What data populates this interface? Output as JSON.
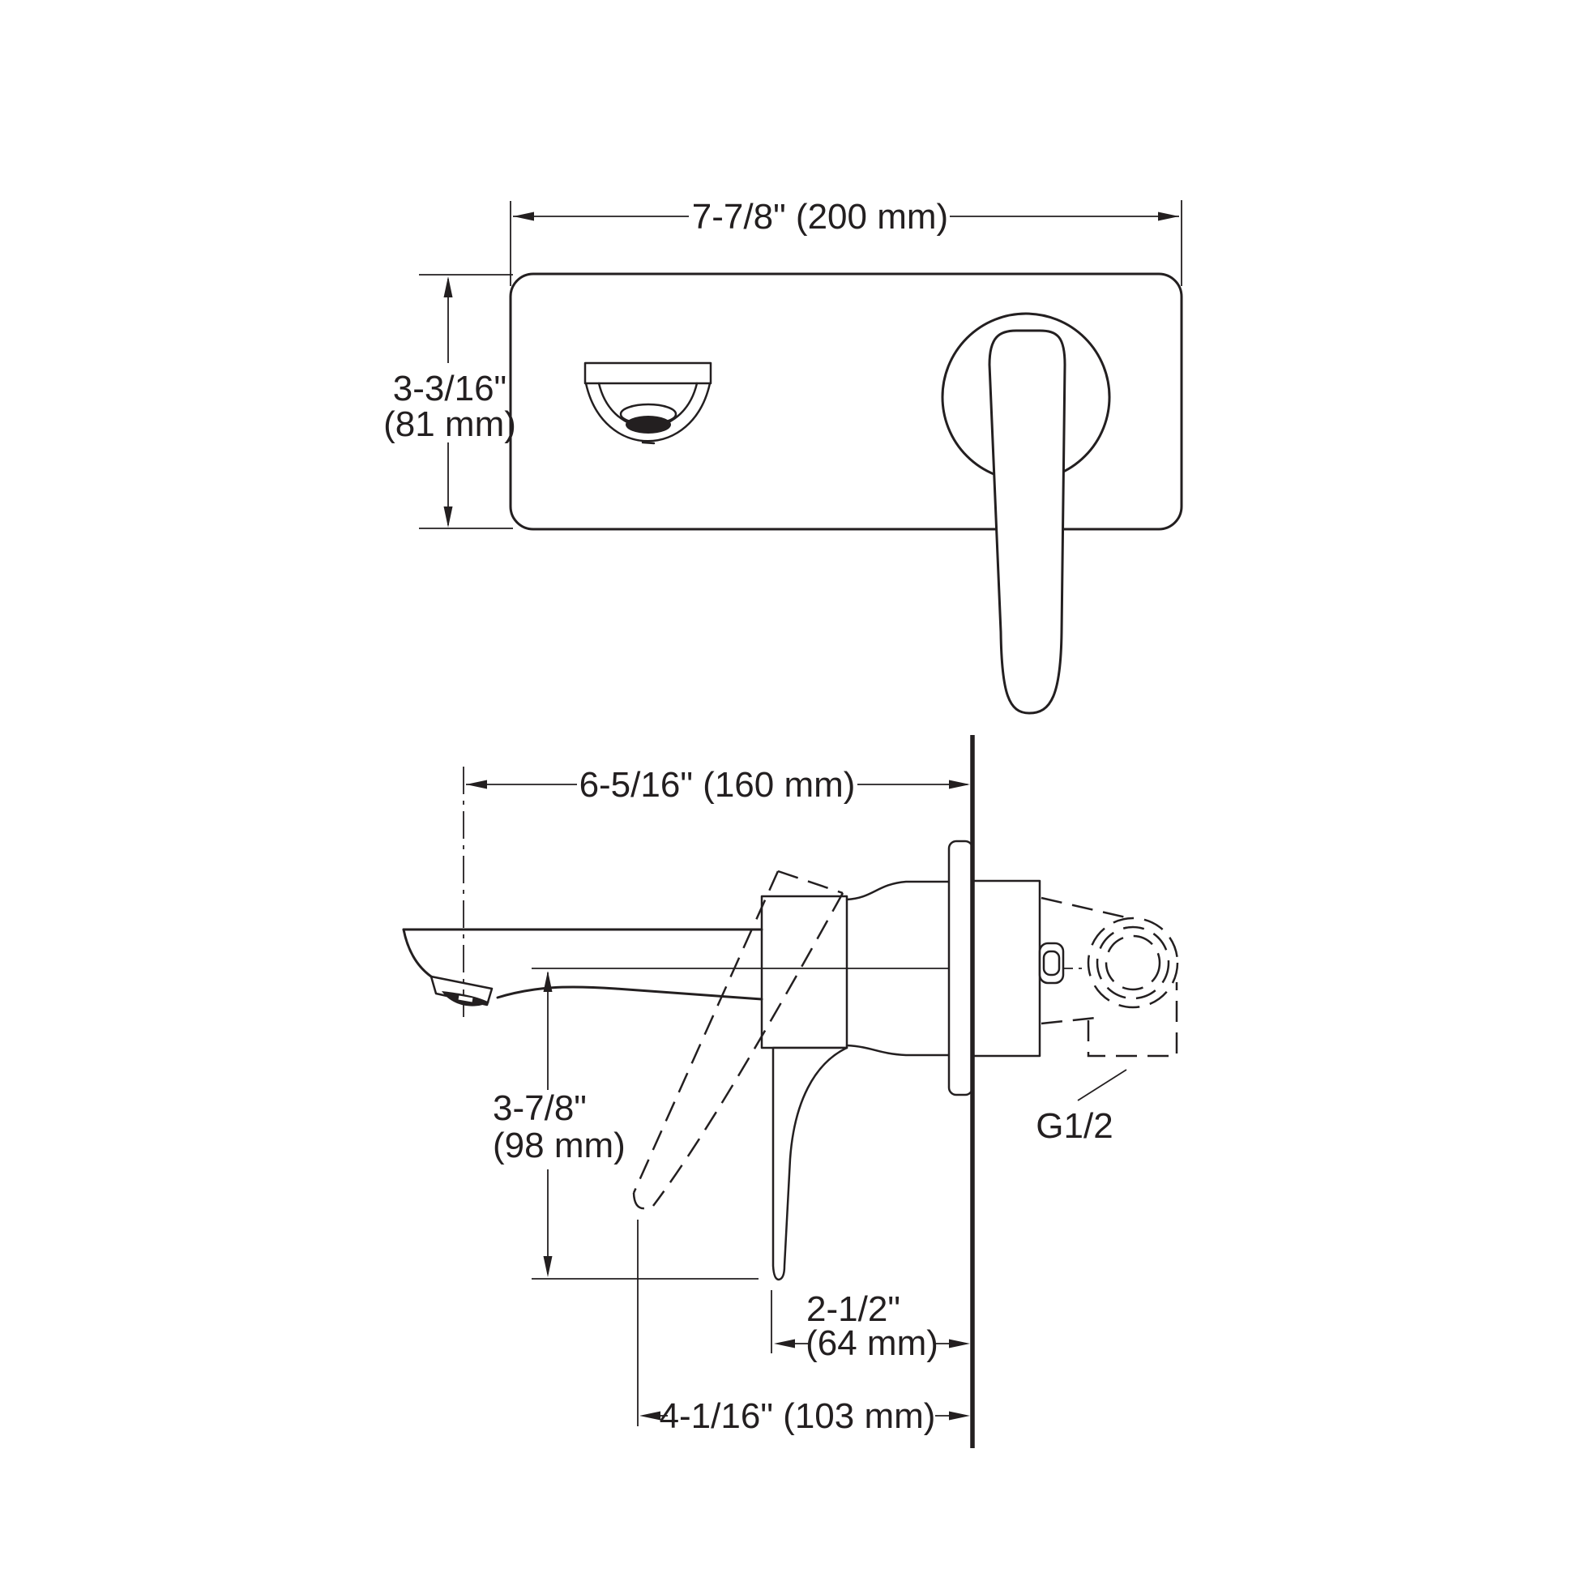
{
  "drawing": {
    "type": "technical-dimension-drawing",
    "subject": "wall-mount single-handle bathroom faucet, front and side installation views",
    "colors": {
      "ink": "#231f20",
      "background": "#ffffff"
    }
  },
  "dimensions": {
    "faceplate_width": "7-7/8\" (200 mm)",
    "faceplate_height_line1": "3-3/16\"",
    "faceplate_height_line2": "(81 mm)",
    "spout_reach": "6-5/16\" (160 mm)",
    "spout_drop_line1": "3-7/8\"",
    "spout_drop_line2": "(98 mm)",
    "handle_projection_line1": "2-1/2\"",
    "handle_projection_line2": "(64 mm)",
    "handle_length": "4-1/16\" (103 mm)"
  },
  "labels": {
    "inlet_connection": "G1/2"
  }
}
